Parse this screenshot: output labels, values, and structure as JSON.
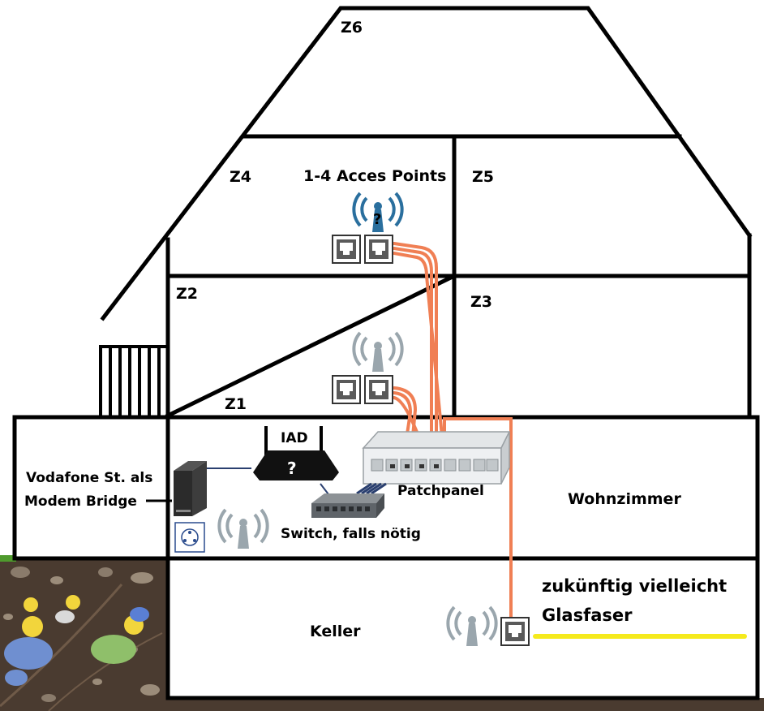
{
  "rooms": {
    "z6": "Z6",
    "z5": "Z5",
    "z4": "Z4",
    "z3": "Z3",
    "z2": "Z2",
    "z1": "Z1",
    "wohnzimmer": "Wohnzimmer",
    "keller": "Keller"
  },
  "labels": {
    "access_points": "1-4 Acces Points",
    "iad": "IAD",
    "question_mark": "?",
    "patchpanel": "Patchpanel",
    "switch": "Switch, falls nötig",
    "modem_line1": "Vodafone St. als",
    "modem_line2": "Modem Bridge",
    "fiber_line1": "zukünftig vielleicht",
    "fiber_line2": "Glasfaser"
  },
  "colors": {
    "wall": "#000000",
    "cable": "#f07f54",
    "fiber": "#f5ea1d",
    "ap_blue": "#2a6f9e",
    "ap_gray": "#9aa6ad",
    "soil": "#4a3b30",
    "grass": "#4f9a2d"
  },
  "icons": {
    "ap_top": "wifi-access-point-icon",
    "ap_gray": "wifi-signal-icon",
    "socket": "ethernet-socket-icon",
    "router": "router-icon",
    "switch": "network-switch-icon",
    "modem": "cable-modem-icon",
    "patchpanel": "patch-panel-icon",
    "wall_outlet": "coax-outlet-icon"
  }
}
